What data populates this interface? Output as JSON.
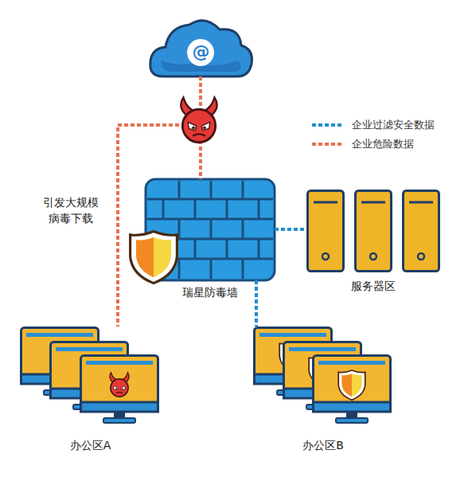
{
  "diagram": {
    "nodes": [
      {
        "text": [
          "@"
        ]
      },
      {
        "text": [
          "瑞星防毒墙"
        ]
      },
      {
        "text": [
          "服务器区"
        ]
      },
      {
        "text": [
          "办公区A"
        ]
      },
      {
        "text": [
          "办公区B"
        ]
      }
    ],
    "edges": [
      {
        "from": 0,
        "to": 1,
        "arrow": "none"
      },
      {
        "from": 0,
        "to": 3,
        "arrow": "none",
        "label": "引发大规模病毒下载"
      },
      {
        "from": 1,
        "to": 2,
        "arrow": "none"
      },
      {
        "from": 1,
        "to": 4,
        "arrow": "none"
      }
    ],
    "legend": [
      {
        "text": "企业过滤安全数据",
        "color": "#1f8fd0"
      },
      {
        "text": "企业危险数据",
        "color": "#e8704f"
      }
    ]
  }
}
